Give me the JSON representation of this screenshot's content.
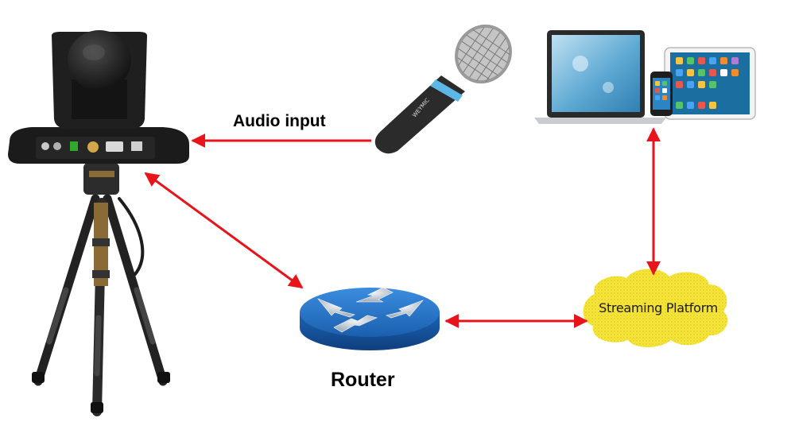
{
  "labels": {
    "audio_input": "Audio input",
    "router": "Router",
    "streaming_platform": "Streaming Platform"
  },
  "nodes": [
    {
      "id": "ptz-camera",
      "icon": "ptz-camera-on-tripod"
    },
    {
      "id": "microphone",
      "icon": "microphone-icon",
      "brand_text": "WEYMIC"
    },
    {
      "id": "devices",
      "icon": "laptop-tablet-phone"
    },
    {
      "id": "router",
      "icon": "router-icon"
    },
    {
      "id": "streaming-platform",
      "icon": "cloud-icon"
    }
  ],
  "connections": [
    {
      "from": "microphone",
      "to": "ptz-camera",
      "direction": "one-way",
      "label": "Audio input"
    },
    {
      "from": "ptz-camera",
      "to": "router",
      "direction": "two-way"
    },
    {
      "from": "router",
      "to": "streaming-platform",
      "direction": "two-way"
    },
    {
      "from": "streaming-platform",
      "to": "devices",
      "direction": "two-way"
    }
  ],
  "colors": {
    "arrow": "#e8141c",
    "router_blue": "#1f6fc4",
    "cloud_yellow": "#f5e033",
    "camera_black": "#1b1b1b"
  }
}
